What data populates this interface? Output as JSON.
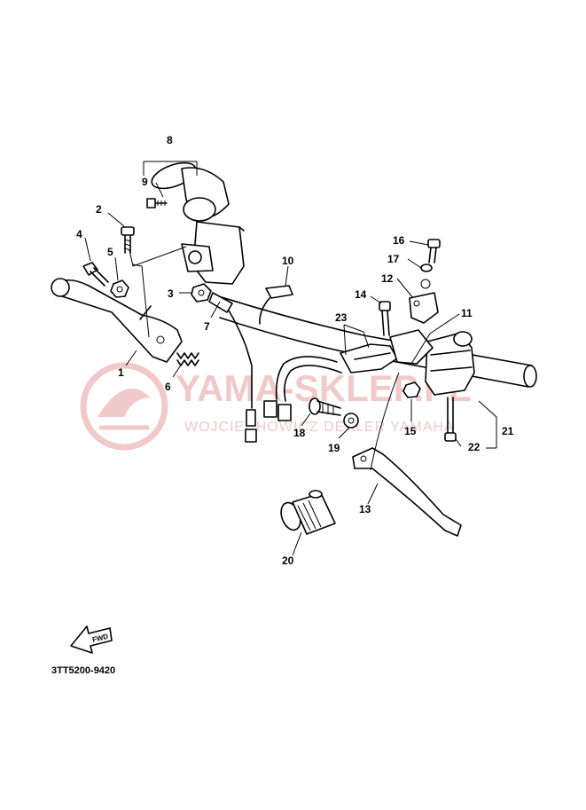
{
  "diagram": {
    "reference_code": "3TT5200-9420",
    "fwd_label": "FWD",
    "watermark": {
      "brand": "YAMA-SKLEP.PL",
      "dealer": "WOJCIECHOWICZ DEALER YAMAHA"
    },
    "callouts": [
      "1",
      "2",
      "3",
      "4",
      "5",
      "6",
      "7",
      "8",
      "9",
      "10",
      "11",
      "12",
      "13",
      "14",
      "15",
      "16",
      "17",
      "18",
      "19",
      "20",
      "21",
      "22",
      "23"
    ]
  }
}
